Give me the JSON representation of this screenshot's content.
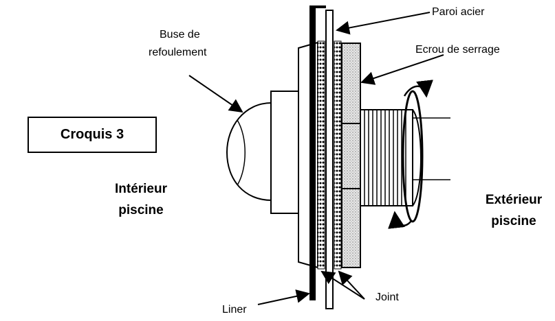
{
  "labels": {
    "paroi_acier": "Paroi acier",
    "ecrou_de_serrage": "Ecrou de serrage",
    "buse_de_refoulement_line1": "Buse de",
    "buse_de_refoulement_line2": "refoulement",
    "croquis": "Croquis 3",
    "interieur_line1": "Intérieur",
    "interieur_line2": "piscine",
    "exterieur_line1": "Extérieur",
    "exterieur_line2": "piscine",
    "joint": "Joint",
    "liner": "Liner"
  },
  "colors": {
    "ink": "#000000",
    "background": "#ffffff",
    "nut_fill": "#e6e6e6"
  }
}
